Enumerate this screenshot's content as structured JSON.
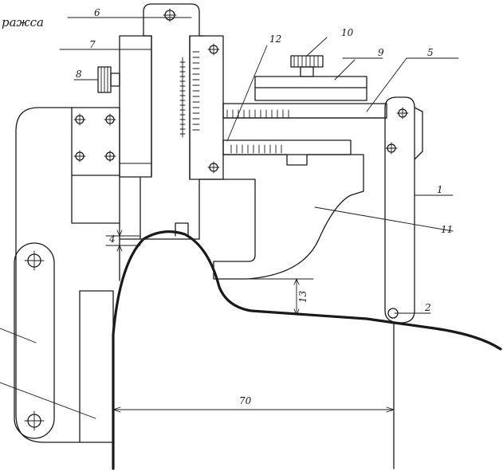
{
  "title_fragment": "ражса",
  "callouts": {
    "c1": "1",
    "c2": "2",
    "c5": "5",
    "c6": "6",
    "c7": "7",
    "c8": "8",
    "c9": "9",
    "c10": "10",
    "c11": "11",
    "c12": "12"
  },
  "dimensions": {
    "gap": "4",
    "height": "13",
    "width": "70"
  }
}
